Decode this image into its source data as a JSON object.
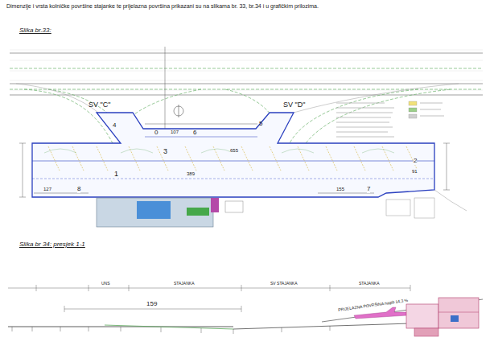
{
  "diagram": {
    "title": "Dimenzije i vrsta kolničke površine stajanke te prijelazna površina prikazani su na slikama br. 33, br.34 i u grafičkim prilozima.",
    "labels": [
      "Slika br.33:",
      "SV \"C\"",
      "SV \"D\"",
      "4",
      "5",
      "0",
      "107",
      "6",
      "655",
      "3",
      "389",
      "1",
      "2",
      "91",
      "127",
      "8",
      "155",
      "7",
      "Slika br 34: presjek 1-1",
      "159",
      "UNS",
      "STAJANKA",
      "SV STAJANKA",
      "STAJANKA",
      "PRIJELAZNA POVRŠINA nagib 14,3 %"
    ]
  }
}
